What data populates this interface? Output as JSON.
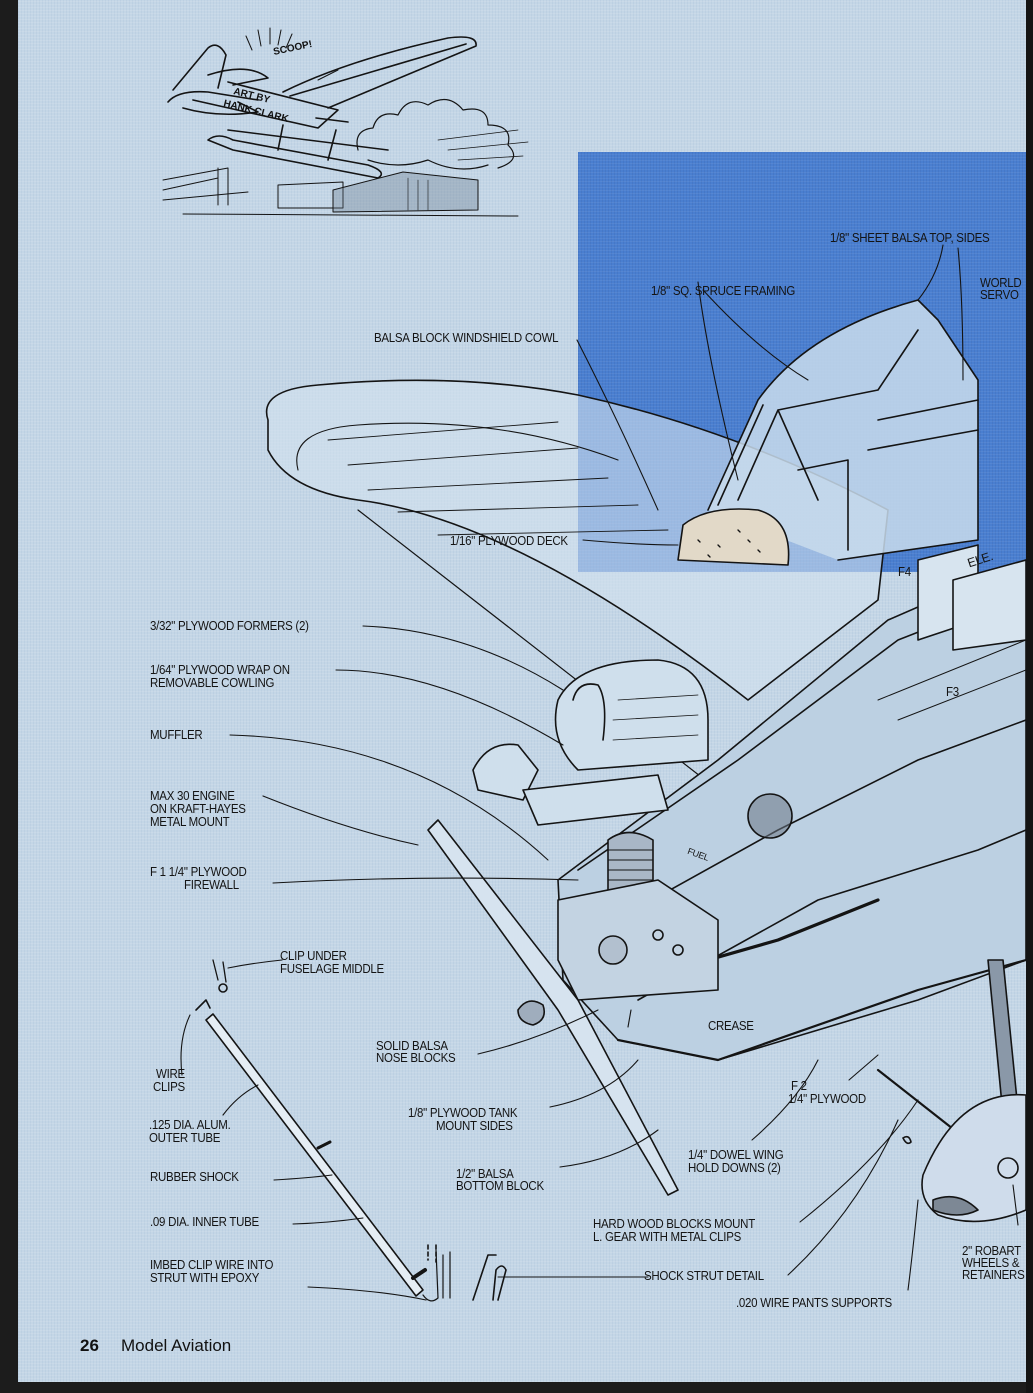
{
  "page": {
    "number": "26",
    "publication": "Model Aviation"
  },
  "cartoon": {
    "signature_lines": [
      "ART BY",
      "HANK CLARK"
    ],
    "sound_effect": "SCOOP!"
  },
  "colors": {
    "paper": "#c4d6e6",
    "accent_blue": "#4a7fd0",
    "ink": "#141414",
    "border": "#1c1c1c"
  },
  "callouts": {
    "sheet_balsa_top": "1/8\" SHEET BALSA TOP, SIDES",
    "sq_spruce": "1/8\" SQ. SPRUCE FRAMING",
    "world_servo": [
      "WORLD",
      "SERVO"
    ],
    "windshield_cowl": "BALSA BLOCK WINDSHIELD COWL",
    "plywood_deck": "1/16\" PLYWOOD DECK",
    "formers": "3/32\" PLYWOOD FORMERS (2)",
    "wrap": [
      "1/64\" PLYWOOD WRAP ON",
      "REMOVABLE COWLING"
    ],
    "muffler": "MUFFLER",
    "engine": [
      "MAX 30 ENGINE",
      "ON KRAFT-HAYES",
      "METAL MOUNT"
    ],
    "firewall": [
      "F 1  1/4\" PLYWOOD",
      "FIREWALL"
    ],
    "clip_under": [
      "CLIP UNDER",
      "FUSELAGE MIDDLE"
    ],
    "wire_clips": [
      "WIRE",
      "CLIPS"
    ],
    "outer_tube": [
      ".125 DIA. ALUM.",
      "OUTER TUBE"
    ],
    "rubber_shock": "RUBBER SHOCK",
    "inner_tube": ".09 DIA. INNER TUBE",
    "imbed": [
      "IMBED CLIP WIRE INTO",
      "STRUT WITH EPOXY"
    ],
    "nose_blocks": [
      "SOLID BALSA",
      "NOSE BLOCKS"
    ],
    "tank_mount": [
      "1/8\" PLYWOOD TANK",
      "MOUNT SIDES"
    ],
    "bottom_block": [
      "1/2\" BALSA",
      "BOTTOM BLOCK"
    ],
    "crease": "CREASE",
    "f2": [
      "F 2",
      "1/4\" PLYWOOD"
    ],
    "dowel": [
      "1/4\" DOWEL WING",
      "HOLD DOWNS (2)"
    ],
    "hardwood": [
      "HARD WOOD BLOCKS MOUNT",
      "L. GEAR WITH METAL CLIPS"
    ],
    "shock_detail": "SHOCK STRUT DETAIL",
    "wire_pants": ".020 WIRE PANTS SUPPORTS",
    "wheels": [
      "2\" ROBART",
      "WHEELS &",
      "RETAINERS"
    ],
    "former_f3": "F3",
    "former_f4": "F4",
    "servo_ele": "ELE.",
    "fuel": "FUEL"
  }
}
